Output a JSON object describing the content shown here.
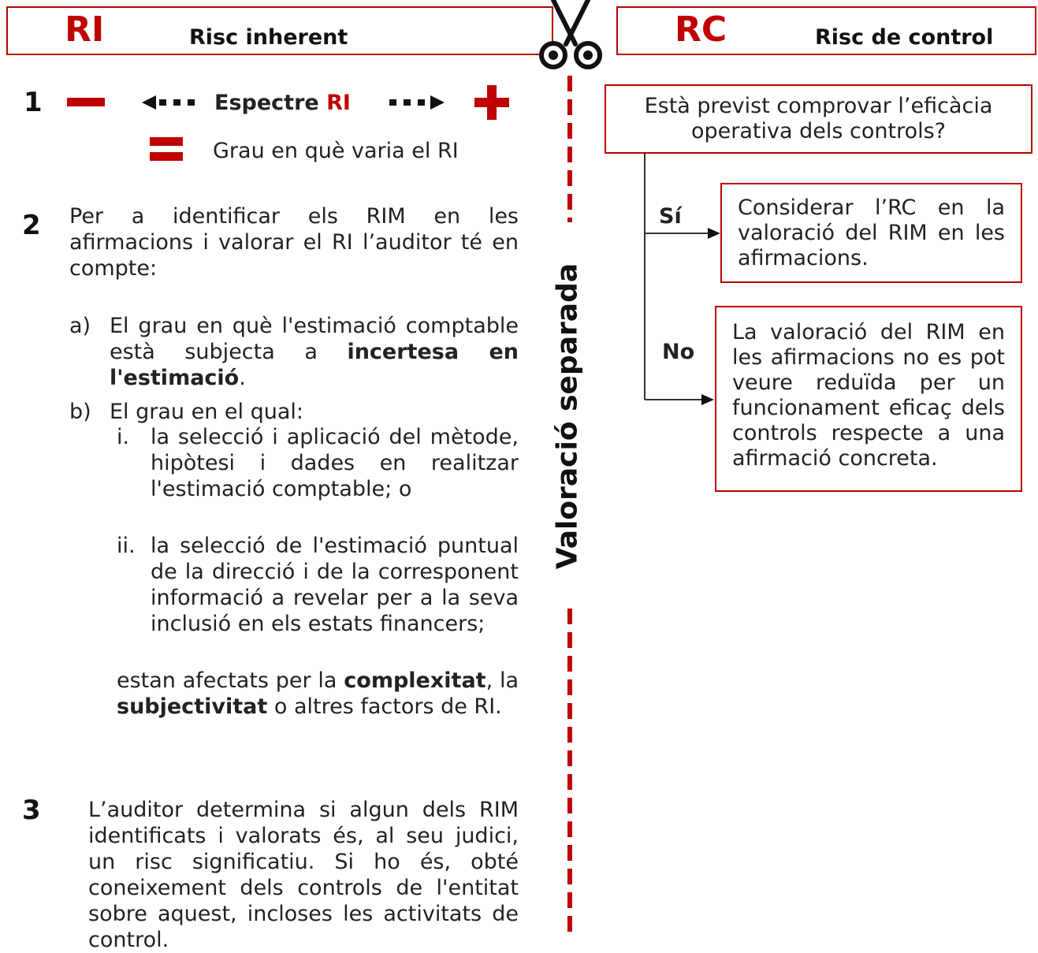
{
  "left_header": {
    "code": "RI",
    "label": "Risc inherent"
  },
  "right_header": {
    "code": "RC",
    "label": "Risc de control"
  },
  "separator_label": "Valoració separada",
  "step1": {
    "number": "1",
    "spectrum_text": "Espectre",
    "spectrum_code": "RI",
    "equal_text": "Grau en què varia el RI"
  },
  "step2": {
    "number": "2",
    "intro": "Per a identificar els RIM en les afirmacions i valorar el RI l’auditor té en compte:",
    "a_marker": "a)",
    "a_text": "El grau en què l'estimació comptable està subjecta a",
    "a_bold": "incertesa en l'estimació",
    "a_end": ".",
    "b_marker": "b)",
    "b_text": "El grau en el qual:",
    "i_marker": "i.",
    "i_text": "la selecció i aplicació del mètode, hipòtesi i dades en realitzar l'estimació comptable; o",
    "ii_marker": "ii.",
    "ii_text": "la selecció de l'estimació puntual de la direcció i de la corresponent informació a revelar per a la seva inclusió en els estats financers;",
    "closing_1": "estan afectats per la",
    "closing_bold1": "complexitat",
    "closing_2": ", la",
    "closing_bold2": "subjectivitat",
    "closing_3": "o altres factors de RI."
  },
  "step3": {
    "number": "3",
    "text": "L’auditor determina si algun dels RIM identificats i valorats és, al seu judici, un risc significatiu. Si ho és, obté coneixement dels controls de l'entitat sobre aquest, incloses les activitats de control."
  },
  "flow": {
    "question": "Està previst comprovar l’eficàcia operativa dels controls?",
    "yes_label": "Sí",
    "yes_text": "Considerar l’RC en la valoració del RIM en les afirmacions.",
    "no_label": "No",
    "no_text": "La valoració del RIM en les afirmacions no es pot veure reduïda per un funcionament eficaç dels controls respecte a una afirmació concreta."
  },
  "colors": {
    "accent": "#c00000",
    "text": "#222222"
  }
}
